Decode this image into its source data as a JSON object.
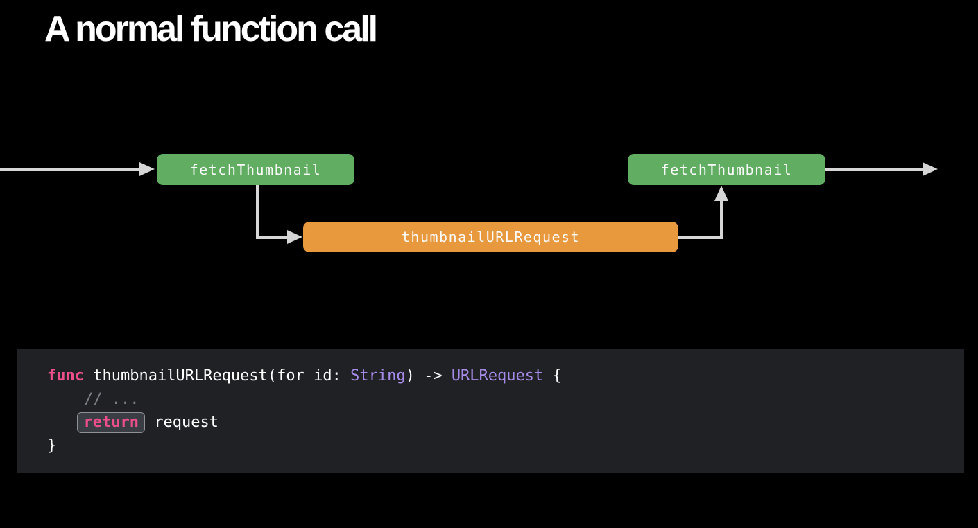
{
  "slide": {
    "title": "A normal function call",
    "background": "#000000"
  },
  "diagram": {
    "arrow_color": "#D6D6D6",
    "boxes": {
      "caller_entry": {
        "label": "fetchThumbnail",
        "color": "#61AE63"
      },
      "callee": {
        "label": "thumbnailURLRequest",
        "color": "#E8993E"
      },
      "caller_return": {
        "label": "fetchThumbnail",
        "color": "#61AE63"
      }
    }
  },
  "code": {
    "background": "#1F2125",
    "colors": {
      "keyword": "#ED4E8C",
      "type": "#A78BE8",
      "comment": "#7D8086",
      "plain": "#FFFFFF"
    },
    "highlight": {
      "background": "#3A3E44",
      "border": "#8E9196"
    },
    "lines": [
      {
        "segments": [
          {
            "text": "func",
            "style": "keyword"
          },
          {
            "text": " thumbnailURLRequest(for id: ",
            "style": "plain"
          },
          {
            "text": "String",
            "style": "type"
          },
          {
            "text": ") -> ",
            "style": "plain"
          },
          {
            "text": "URLRequest",
            "style": "type"
          },
          {
            "text": " {",
            "style": "plain"
          }
        ]
      },
      {
        "segments": [
          {
            "text": "    ",
            "style": "plain"
          },
          {
            "text": "// ...",
            "style": "comment"
          }
        ]
      },
      {
        "segments": [
          {
            "text": "    ",
            "style": "plain"
          },
          {
            "text": "return",
            "style": "keyword-boxed"
          },
          {
            "text": " request",
            "style": "plain"
          }
        ]
      },
      {
        "segments": [
          {
            "text": "}",
            "style": "plain"
          }
        ]
      }
    ]
  }
}
